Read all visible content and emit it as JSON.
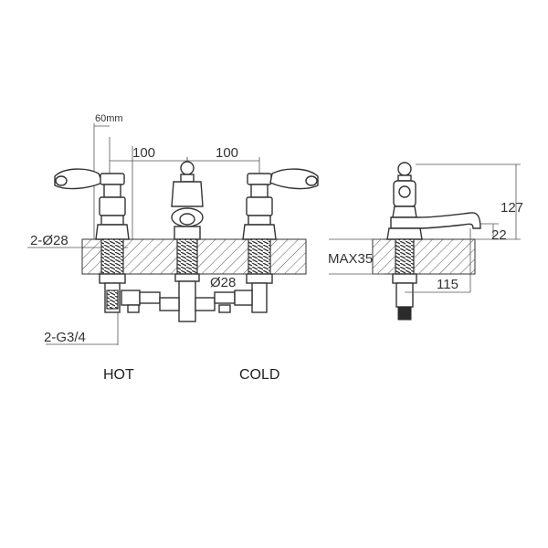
{
  "front_view": {
    "dim_handle_offset": "60mm",
    "dim_spacing_left": "100",
    "dim_spacing_right": "100",
    "dim_hole_diameter": "2-Ø28",
    "dim_center_hole": "Ø28",
    "dim_inlet_thread": "2-G3/4",
    "label_hot": "HOT",
    "label_cold": "COLD"
  },
  "side_view": {
    "dim_height": "127",
    "dim_spout_height": "22",
    "dim_max_deck": "MAX35",
    "dim_reach": "115"
  }
}
